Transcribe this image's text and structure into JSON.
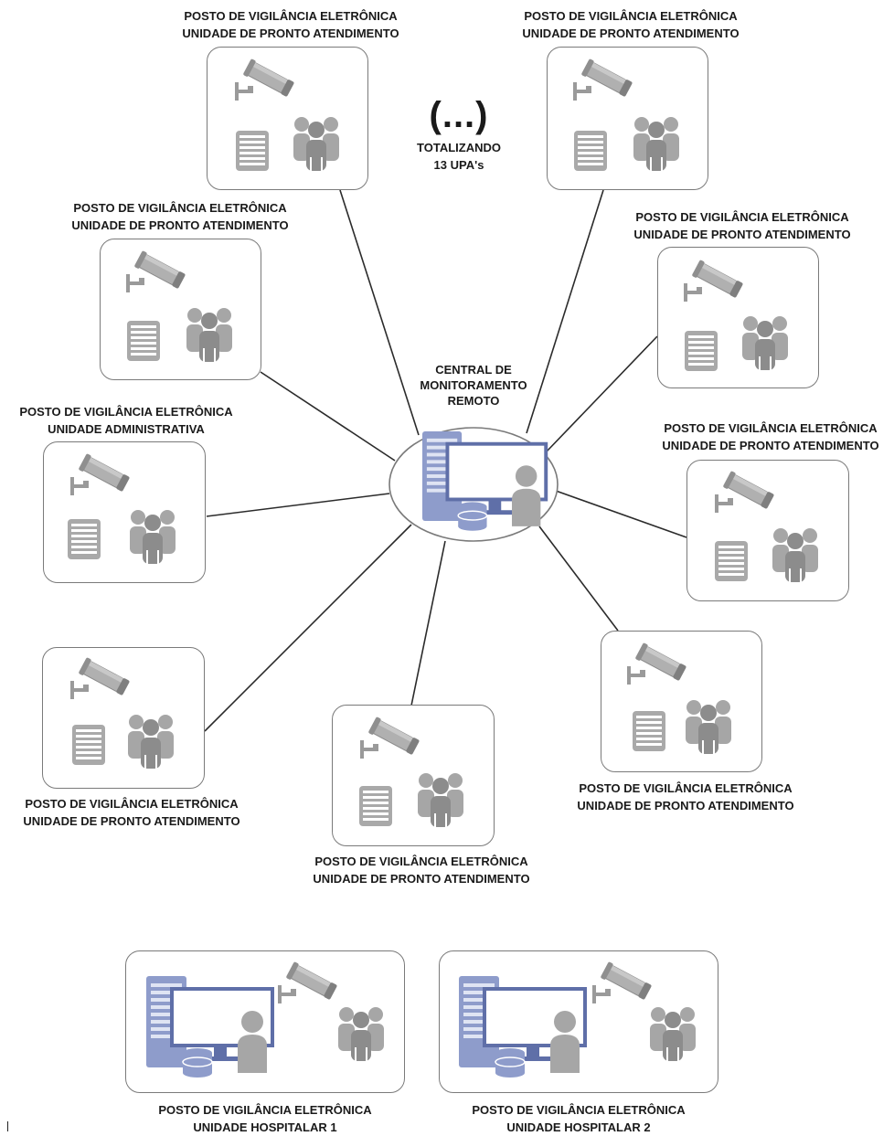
{
  "note": {
    "dots": "(...)",
    "line1": "TOTALIZANDO",
    "line2": "13 UPA's"
  },
  "center": {
    "line1": "CENTRAL DE",
    "line2": "MONITORAMENTO",
    "line3": "REMOTO"
  },
  "nodes": [
    {
      "id": "upa-top-left",
      "line1": "POSTO DE VIGILÂNCIA ELETRÔNICA",
      "line2": "UNIDADE DE PRONTO ATENDIMENTO"
    },
    {
      "id": "upa-top-right",
      "line1": "POSTO DE VIGILÂNCIA ELETRÔNICA",
      "line2": "UNIDADE DE PRONTO ATENDIMENTO"
    },
    {
      "id": "upa-mid-left",
      "line1": "POSTO DE VIGILÂNCIA ELETRÔNICA",
      "line2": "UNIDADE DE PRONTO ATENDIMENTO"
    },
    {
      "id": "upa-mid-right",
      "line1": "POSTO DE VIGILÂNCIA ELETRÔNICA",
      "line2": "UNIDADE DE PRONTO ATENDIMENTO"
    },
    {
      "id": "admin-left",
      "line1": "POSTO DE VIGILÂNCIA ELETRÔNICA",
      "line2": "UNIDADE ADMINISTRATIVA"
    },
    {
      "id": "upa-right",
      "line1": "POSTO DE VIGILÂNCIA ELETRÔNICA",
      "line2": "UNIDADE DE PRONTO ATENDIMENTO"
    },
    {
      "id": "upa-lower-left",
      "line1": "POSTO DE VIGILÂNCIA ELETRÔNICA",
      "line2": "UNIDADE DE PRONTO ATENDIMENTO"
    },
    {
      "id": "upa-lower-right",
      "line1": "POSTO DE VIGILÂNCIA ELETRÔNICA",
      "line2": "UNIDADE DE PRONTO ATENDIMENTO"
    },
    {
      "id": "upa-bottom",
      "line1": "POSTO DE VIGILÂNCIA ELETRÔNICA",
      "line2": "UNIDADE DE PRONTO ATENDIMENTO"
    }
  ],
  "hospitals": [
    {
      "id": "hospital-1",
      "line1": "POSTO DE VIGILÂNCIA ELETRÔNICA",
      "line2": "UNIDADE HOSPITALAR  1"
    },
    {
      "id": "hospital-2",
      "line1": "POSTO DE VIGILÂNCIA ELETRÔNICA",
      "line2": "UNIDADE HOSPITALAR  2"
    }
  ],
  "colors": {
    "line": "#2b2b2b",
    "box_border": "#7a7a7a",
    "icon_gray": "#a6a6a6",
    "icon_dark": "#7f7f7f",
    "server_blue": "#8e9ccb",
    "server_blue_dark": "#5f6fa8"
  },
  "icons": {
    "camera": "cctv-camera-icon",
    "server": "server-rack-icon",
    "people": "people-group-icon",
    "workstation": "monitoring-workstation-icon"
  }
}
